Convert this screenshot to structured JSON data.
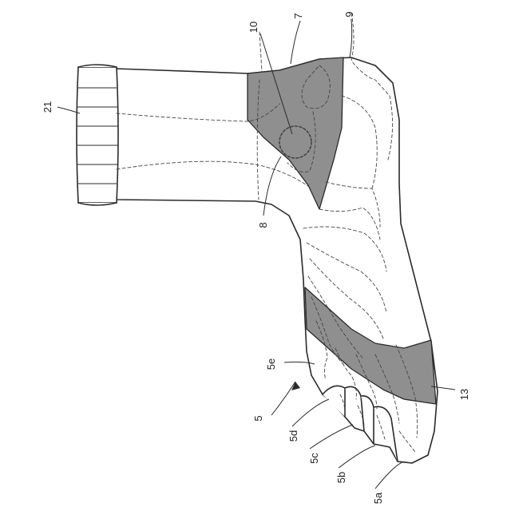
{
  "figure": {
    "labels": {
      "cuff": "21",
      "pad_point": "10",
      "heel_band": "7",
      "upper": "9",
      "pad_area": "8",
      "toe_band": "13",
      "sock": "5",
      "toe_e": "5e",
      "toe_d": "5d",
      "toe_c": "5c",
      "toe_b": "5b",
      "toe_a": "5a"
    }
  }
}
